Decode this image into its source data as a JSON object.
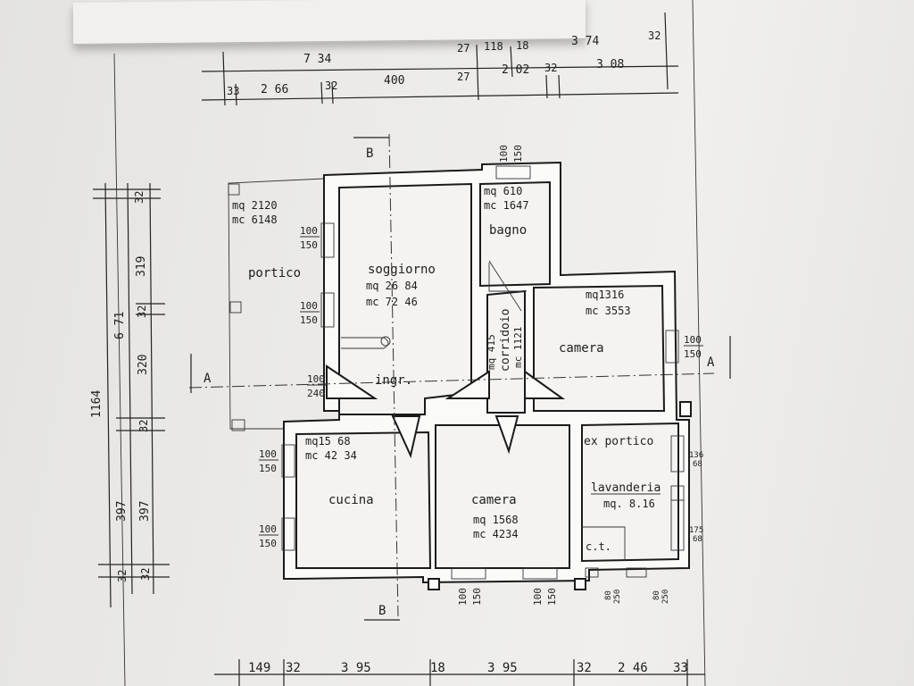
{
  "dimensions": {
    "top_row1": [
      "7 34",
      "27",
      "118",
      "18",
      "3 74",
      "32"
    ],
    "top_row2": [
      "33",
      "2 66",
      "32",
      "400",
      "27",
      "2 02",
      "32",
      "3 08"
    ],
    "left_total": "1164",
    "left_col1": [
      "6 71",
      "397",
      "32"
    ],
    "left_col2": [
      "32",
      "319",
      "32",
      "320",
      "32",
      "397",
      "32"
    ],
    "bottom": [
      "149",
      "32",
      "3 95",
      "18",
      "3 95",
      "32",
      "2 46",
      "33"
    ]
  },
  "sections": {
    "a": "A",
    "b": "B"
  },
  "rooms": {
    "portico": {
      "name": "portico",
      "mq": "mq 2120",
      "mc": "mc 6148"
    },
    "soggiorno": {
      "name": "soggiorno",
      "mq": "mq 26 84",
      "mc": "mc 72 46"
    },
    "bagno": {
      "name": "bagno",
      "mq": "mq 610",
      "mc": "mc 1647"
    },
    "corridoio": {
      "name": "corridoio",
      "mq": "mq 415",
      "mc": "mc 1121"
    },
    "camera1": {
      "name": "camera",
      "mq": "mq1316",
      "mc": "mc 3553"
    },
    "cucina": {
      "name": "cucina",
      "mq": "mq15 68",
      "mc": "mc 42 34"
    },
    "camera2": {
      "name": "camera",
      "mq": "mq  1568",
      "mc": "mc  4234"
    },
    "exportico": {
      "name": "ex portico"
    },
    "lavanderia": {
      "name": "lavanderia",
      "mq": "mq. 8.16"
    },
    "ct": {
      "name": "c.t."
    },
    "ingr": {
      "name": "ingr."
    }
  },
  "openings": {
    "portico_w1": [
      "100",
      "150"
    ],
    "portico_w2": [
      "100",
      "150"
    ],
    "entry": [
      "100",
      "240"
    ],
    "bagno_w": [
      "100",
      "150"
    ],
    "camera1_w": [
      "100",
      "150"
    ],
    "cucina_w1": [
      "100",
      "150"
    ],
    "cucina_w2": [
      "100",
      "150"
    ],
    "camera2_w1": [
      "100",
      "150"
    ],
    "camera2_w2": [
      "100",
      "150"
    ],
    "lav_w1": [
      "136",
      "68"
    ],
    "lav_w2": [
      "175",
      "68"
    ],
    "ct_w1": [
      "80",
      "250"
    ],
    "ct_w2": [
      "80",
      "250"
    ]
  }
}
